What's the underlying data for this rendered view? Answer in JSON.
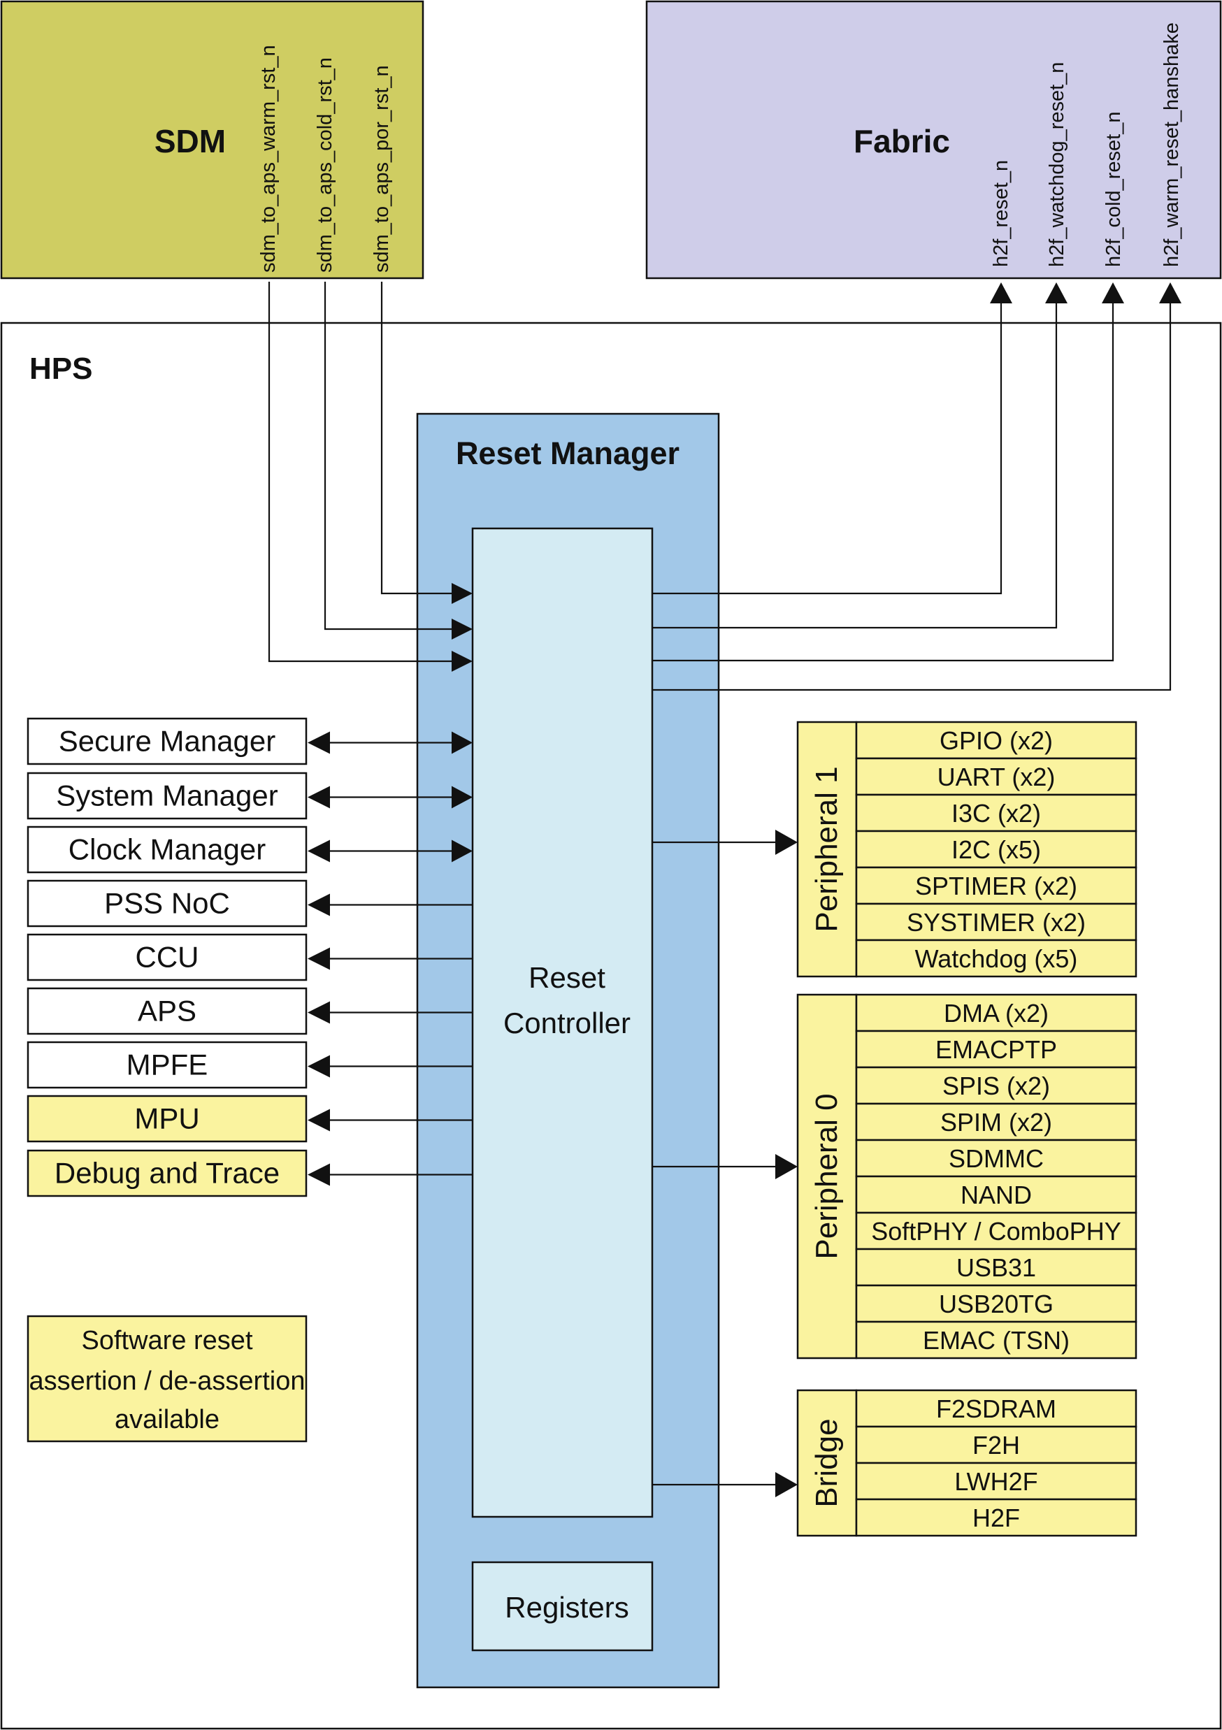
{
  "colors": {
    "sdm": "#cfcd62",
    "fabric": "#cfcde9",
    "reset_manager": "#a2c8e8",
    "controller": "#d4ebf3",
    "yellow": "#faf39f",
    "white": "#ffffff",
    "line": "#111111"
  },
  "sdm": {
    "title": "SDM",
    "signals": [
      "sdm_to_aps_warm_rst_n",
      "sdm_to_aps_cold_rst_n",
      "sdm_to_aps_por_rst_n"
    ]
  },
  "fabric": {
    "title": "Fabric",
    "signals": [
      "h2f_reset_n",
      "h2f_watchdog_reset_n",
      "h2f_cold_reset_n",
      "h2f_warm_reset_hanshake"
    ]
  },
  "hps": {
    "title": "HPS"
  },
  "reset_manager": {
    "title": "Reset Manager",
    "controller_lines": [
      "Reset",
      "Controller"
    ],
    "registers": "Registers"
  },
  "left_blocks": [
    {
      "label": "Secure Manager",
      "bidirectional": true,
      "highlight": false
    },
    {
      "label": "System Manager",
      "bidirectional": true,
      "highlight": false
    },
    {
      "label": "Clock Manager",
      "bidirectional": true,
      "highlight": false
    },
    {
      "label": "PSS NoC",
      "bidirectional": false,
      "highlight": false
    },
    {
      "label": "CCU",
      "bidirectional": false,
      "highlight": false
    },
    {
      "label": "APS",
      "bidirectional": false,
      "highlight": false
    },
    {
      "label": "MPFE",
      "bidirectional": false,
      "highlight": false
    },
    {
      "label": "MPU",
      "bidirectional": false,
      "highlight": true
    },
    {
      "label": "Debug and Trace",
      "bidirectional": false,
      "highlight": true
    }
  ],
  "software_note": [
    "Software reset",
    "assertion / de-assertion",
    "available"
  ],
  "peripheral_groups": [
    {
      "title": "Peripheral 1",
      "items": [
        "GPIO (x2)",
        "UART (x2)",
        "I3C (x2)",
        "I2C (x5)",
        "SPTIMER (x2)",
        "SYSTIMER (x2)",
        "Watchdog (x5)"
      ]
    },
    {
      "title": "Peripheral 0",
      "items": [
        "DMA (x2)",
        "EMACPTP",
        "SPIS (x2)",
        "SPIM (x2)",
        "SDMMC",
        "NAND",
        "SoftPHY / ComboPHY",
        "USB31",
        "USB20TG",
        "EMAC (TSN)"
      ]
    },
    {
      "title": "Bridge",
      "items": [
        "F2SDRAM",
        "F2H",
        "LWH2F",
        "H2F"
      ]
    }
  ]
}
